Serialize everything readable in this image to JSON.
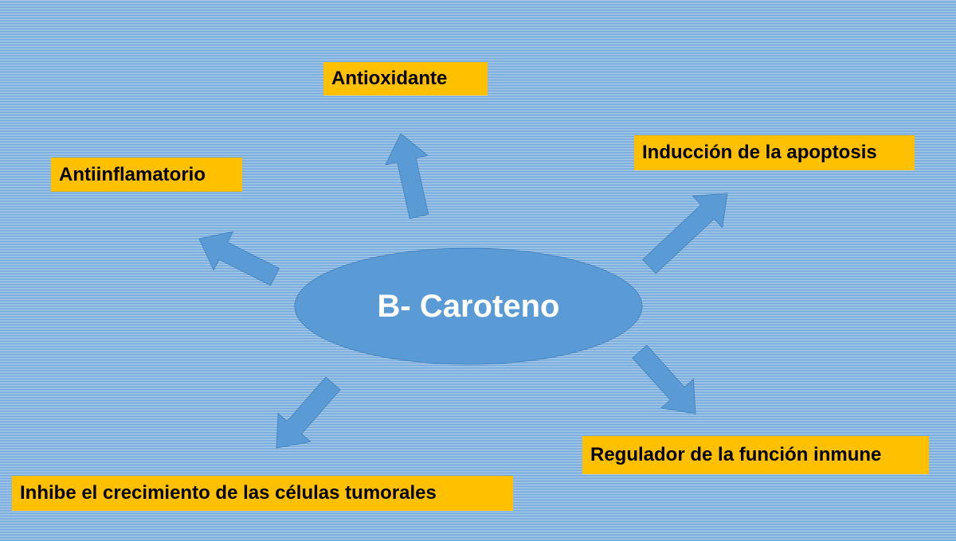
{
  "center": {
    "label": "B- Caroteno"
  },
  "labels": {
    "antioxidante": "Antioxidante",
    "antiinflamatorio": "Antiinflamatorio",
    "apoptosis": "Inducción de la apoptosis",
    "inmune": "Regulador de la función inmune",
    "tumorales": "Inhibe el crecimiento de las células tumorales"
  },
  "colors": {
    "label_bg": "#ffc000",
    "shape_fill": "#5b9bd5",
    "background": "#5b9bd5"
  }
}
